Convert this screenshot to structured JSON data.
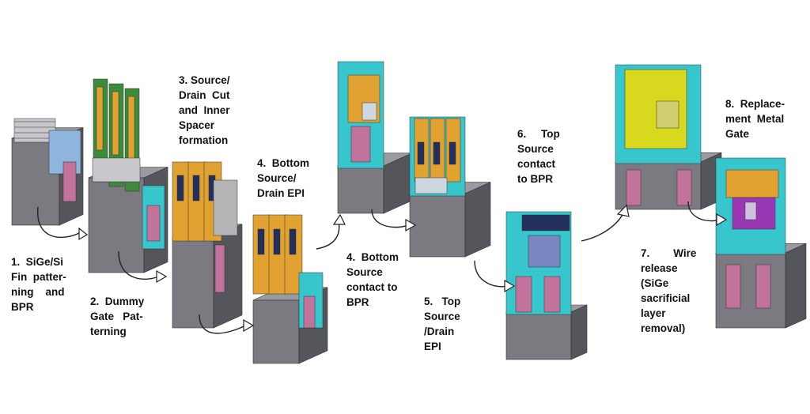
{
  "steps": [
    {
      "id": 1,
      "text": "1.  SiGe/Si\nFin  patter-\nning    and\nBPR"
    },
    {
      "id": 2,
      "text": "2.  Dummy\nGate   Pat-\nterning"
    },
    {
      "id": 3,
      "text": "3. Source/\nDrain  Cut\nand  Inner\nSpacer\nformation"
    },
    {
      "id": 4,
      "text": "4.  Bottom\nSource/\nDrain EPI"
    },
    {
      "id": 5,
      "text": "4.  Bottom\nSource\ncontact to\nBPR"
    },
    {
      "id": 6,
      "text": "5.   Top\nSource\n/Drain\nEPI"
    },
    {
      "id": 7,
      "text": "6.     Top\nSource\ncontact\nto BPR"
    },
    {
      "id": 8,
      "text": "7.        Wire\nrelease\n(SiGe\nsacrificial\nlayer\nremoval)"
    },
    {
      "id": 9,
      "text": "8.  Replace-\nment  Metal\nGate"
    }
  ],
  "colors": {
    "body_gray": "#7a7a80",
    "body_dark": "#55555c",
    "cyan": "#37c6cc",
    "cyan_dark": "#27a4a8",
    "pink": "#c1739b",
    "blue": "#8fb4de",
    "orange": "#e1a232",
    "orange_dark": "#b97a1c",
    "green": "#3c8a3a",
    "yellow": "#d8d81e",
    "purple": "#9a37b4",
    "navy": "#23305e"
  }
}
